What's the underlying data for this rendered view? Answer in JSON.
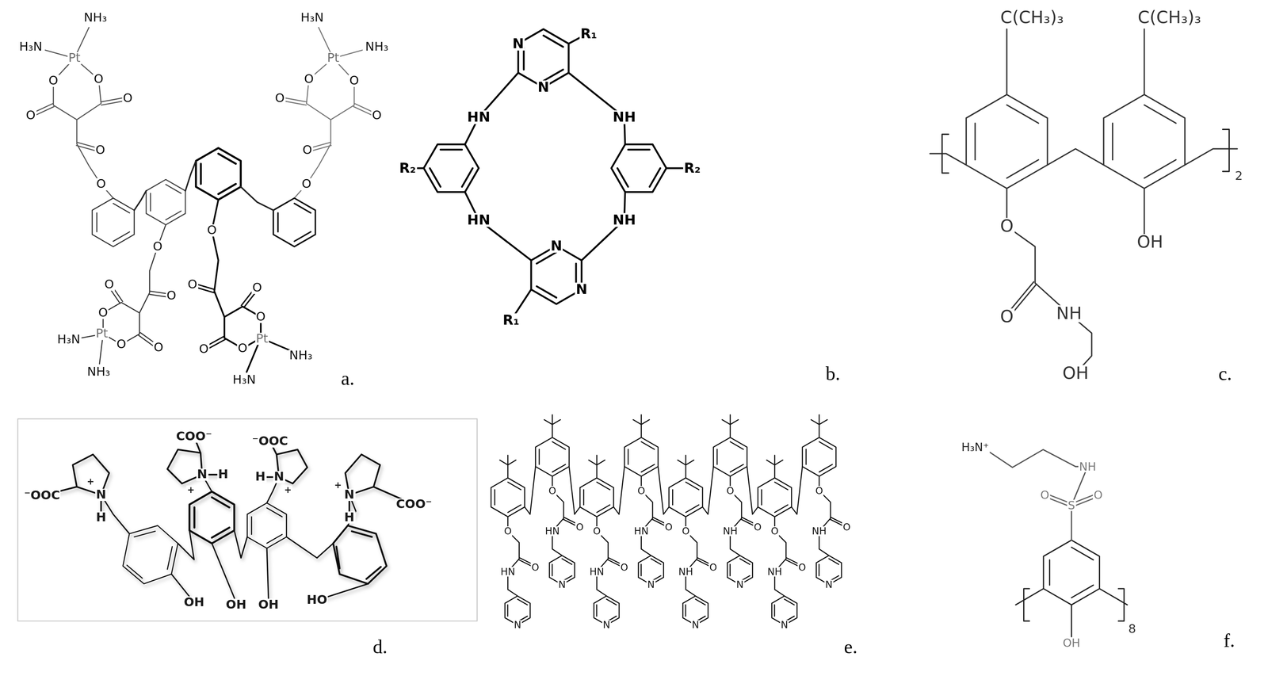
{
  "diagram": {
    "labels": [
      "NH₃",
      "H₃N",
      "Pt",
      "O",
      "O",
      "O",
      "O",
      "O",
      "O",
      "H₃N",
      "NH₃",
      "Pt",
      "O",
      "O",
      "O",
      "O",
      "O",
      "O",
      "H₃N",
      "NH₃",
      "Pt",
      "O",
      "O",
      "O",
      "O",
      "O",
      "O",
      "NH₃",
      "H₃N",
      "Pt",
      "O",
      "O",
      "O",
      "O",
      "O",
      "O",
      "a.",
      "N",
      "R₁",
      "N",
      "HN",
      "NH",
      "R₂",
      "R₂",
      "HN",
      "N",
      "NH",
      "R₁",
      "N",
      "b.",
      "C(CH₃)₃",
      "C(CH₃)₃",
      "O",
      "OH",
      "O",
      "NH",
      "OH",
      "2",
      "c.",
      "⁻OOC",
      "+",
      "N",
      "H",
      "COO⁻",
      "N",
      "H",
      "+",
      "⁻OOC",
      "H",
      "N",
      "+",
      "+",
      "N",
      "H",
      "COO⁻",
      "OH",
      "OH",
      "OH",
      "HO",
      "d.",
      "O",
      "O",
      "HN",
      "N",
      "O",
      "O",
      "HN",
      "N",
      "O",
      "O",
      "HN",
      "N",
      "O",
      "O",
      "HN",
      "N",
      "O",
      "O",
      "NH",
      "N",
      "O",
      "O",
      "NH",
      "N",
      "O",
      "O",
      "NH",
      "N",
      "O",
      "O",
      "NH",
      "N",
      "e.",
      "H₃N⁺",
      "NH",
      "O",
      "S",
      "O",
      "OH",
      "8",
      "f."
    ]
  }
}
